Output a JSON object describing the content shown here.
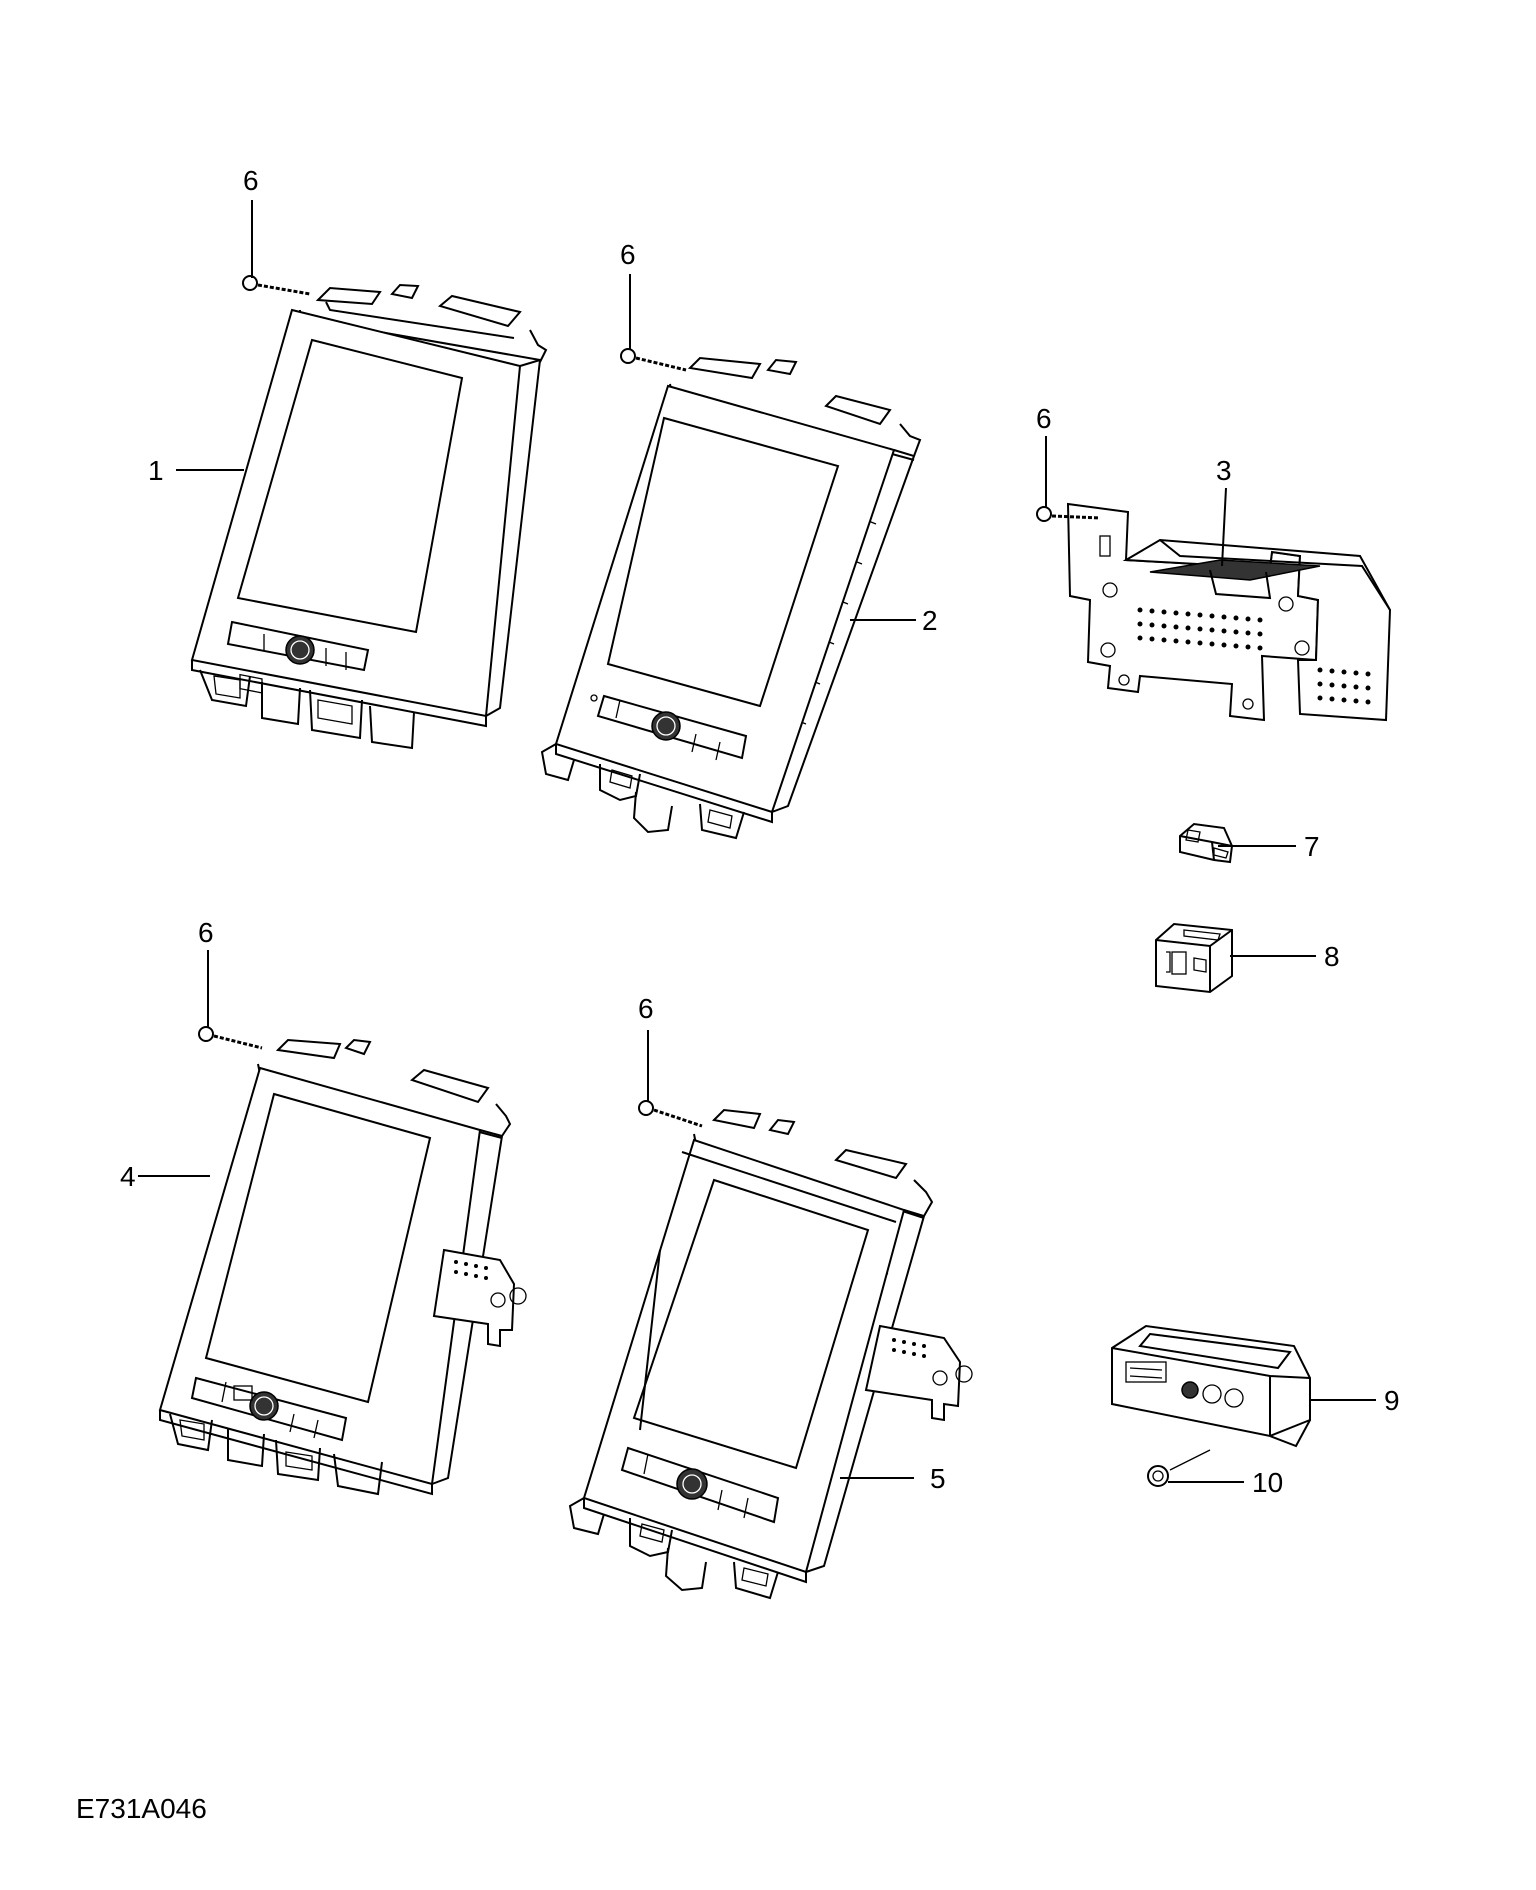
{
  "diagram": {
    "code": "E731A046",
    "callouts": {
      "screw_a": "6",
      "screw_b": "6",
      "screw_c": "6",
      "screw_d": "6",
      "screw_e": "6",
      "display_1": "1",
      "display_2": "2",
      "module_3": "3",
      "display_4": "4",
      "display_5": "5",
      "connector_7": "7",
      "socket_8": "8",
      "module_9": "9",
      "nut_10": "10"
    }
  }
}
